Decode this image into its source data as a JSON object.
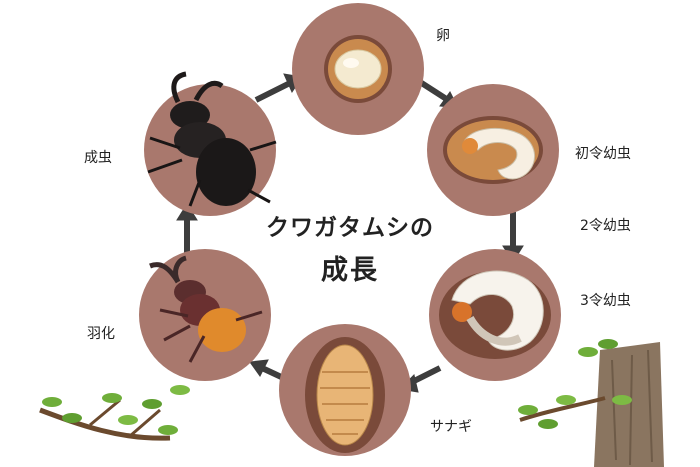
{
  "title": {
    "line1": "クワガタムシの",
    "line2": "成長"
  },
  "stages": [
    {
      "id": "egg",
      "label": "卵"
    },
    {
      "id": "larva-1",
      "label": "初令幼虫"
    },
    {
      "id": "larva-2",
      "label": "2令幼虫"
    },
    {
      "id": "larva-3",
      "label": "3令幼虫"
    },
    {
      "id": "pupa",
      "label": "サナギ"
    },
    {
      "id": "emergence",
      "label": "羽化"
    },
    {
      "id": "adult",
      "label": "成虫"
    }
  ],
  "colors": {
    "circle": "#a9786d",
    "circle_dark": "#7a4a3a",
    "arrow": "#3d3d3d",
    "leaf": "#6fae3a",
    "branch": "#6b4a2e",
    "trunk": "#8a7560"
  }
}
